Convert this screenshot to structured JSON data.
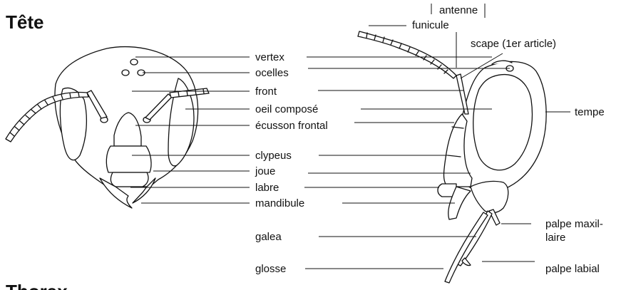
{
  "headings": {
    "head_section": "Tête",
    "thorax_section": "Thorax"
  },
  "labels": {
    "antenne": "antenne",
    "funicule": "funicule",
    "scape": "scape (1er article)",
    "vertex": "vertex",
    "ocelles": "ocelles",
    "front": "front",
    "oeil_compose": "oeil composé",
    "ecusson_frontal": "écusson frontal",
    "tempe": "tempe",
    "clypeus": "clypeus",
    "joue": "joue",
    "labre": "labre",
    "mandibule": "mandibule",
    "galea": "galea",
    "palpe_maxillaire_1": "palpe maxil-",
    "palpe_maxillaire_2": "laire",
    "glosse": "glosse",
    "palpe_labial": "palpe labial"
  }
}
